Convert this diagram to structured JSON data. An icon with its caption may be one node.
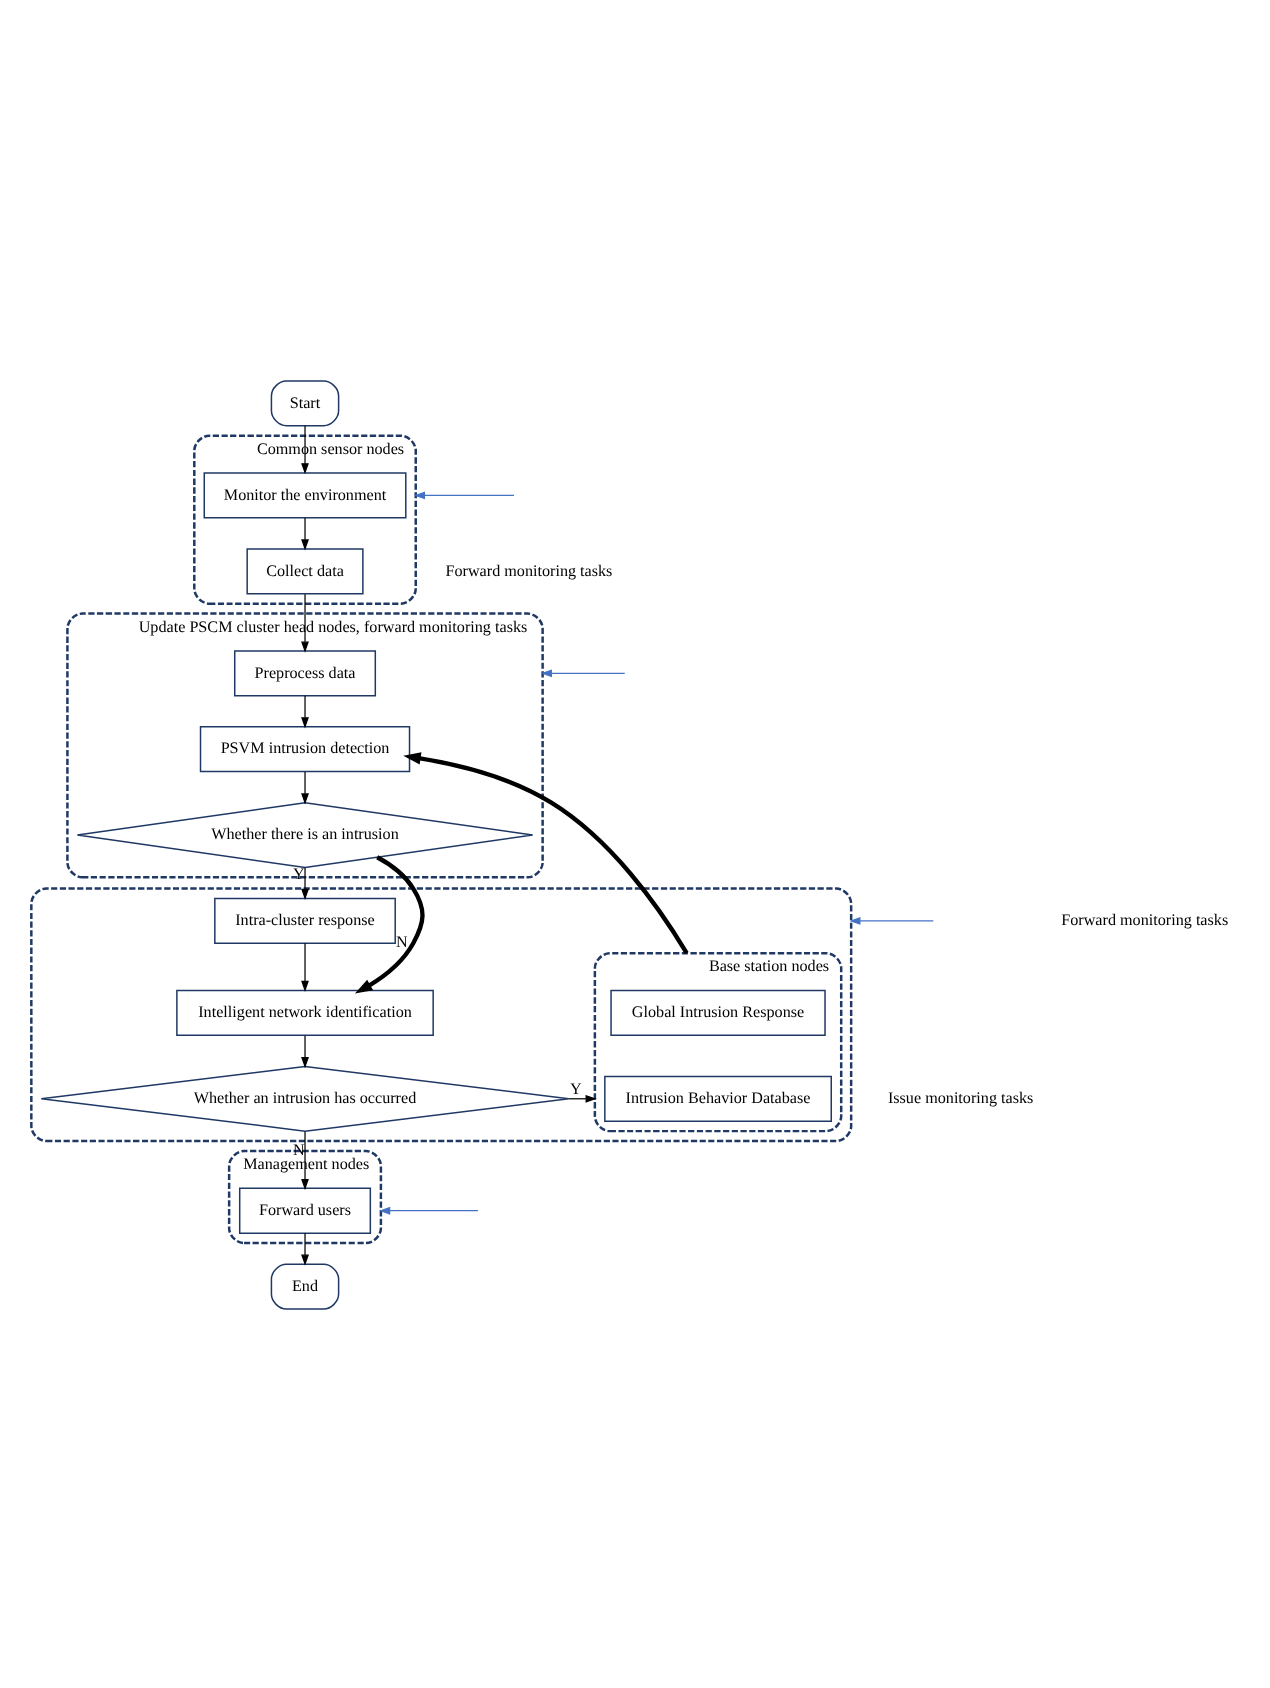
{
  "diagram": {
    "nodes": [
      {
        "text": [
          "Start"
        ]
      },
      {
        "text": [
          "Common sensor nodes"
        ]
      },
      {
        "text": [
          "Monitor the environment"
        ],
        "in": 1
      },
      {
        "text": [
          "Collect data"
        ],
        "in": 1
      },
      {
        "text": [
          "Update PSCM cluster head nodes, forward monitoring tasks"
        ]
      },
      {
        "text": [
          "Preprocess data"
        ],
        "in": 4
      },
      {
        "text": [
          "PSVM intrusion detection"
        ],
        "in": 4
      },
      {
        "text": [
          "Whether there is an intrusion"
        ],
        "in": 4
      },
      {
        "text": [],
        "shape": "box"
      },
      {
        "text": [
          "Intra-cluster response"
        ],
        "in": 8
      },
      {
        "text": [
          "Intelligent network identification"
        ],
        "in": 8
      },
      {
        "text": [
          "Whether an intrusion has occurred"
        ],
        "in": 8
      },
      {
        "text": [
          "Base station nodes"
        ],
        "in": 8
      },
      {
        "text": [
          "Global Intrusion Response"
        ],
        "in": 12
      },
      {
        "text": [
          "Intrusion Behavior Database"
        ],
        "in": 12
      },
      {
        "text": [
          "Management nodes"
        ]
      },
      {
        "text": [
          "Forward users"
        ],
        "in": 15
      },
      {
        "text": [
          "End"
        ]
      }
    ],
    "edges": [
      {
        "from": 0,
        "to": 2,
        "arrow": "to"
      },
      {
        "from": 2,
        "to": 3,
        "arrow": "to"
      },
      {
        "from": 3,
        "to": 5,
        "arrow": "to"
      },
      {
        "from": 5,
        "to": 6,
        "arrow": "to"
      },
      {
        "from": 6,
        "to": 7,
        "arrow": "to"
      },
      {
        "from": 7,
        "to": 9,
        "arrow": "to",
        "label": "Y"
      },
      {
        "from": 7,
        "to": 10,
        "arrow": "to",
        "label": "N",
        "style": "thick"
      },
      {
        "from": 9,
        "to": 10,
        "arrow": "to"
      },
      {
        "from": 10,
        "to": 11,
        "arrow": "to"
      },
      {
        "from": 11,
        "to": 12,
        "arrow": "to",
        "label": "Y"
      },
      {
        "from": 11,
        "to": 16,
        "arrow": "to",
        "label": "N"
      },
      {
        "from": 16,
        "to": 17,
        "arrow": "to"
      },
      {
        "from": 12,
        "to": 6,
        "arrow": "to",
        "style": "thick"
      },
      {
        "from": null,
        "to": 1,
        "arrow": "to",
        "color": "#4472c4"
      },
      {
        "from": null,
        "to": 4,
        "arrow": "to",
        "color": "#4472c4"
      },
      {
        "from": null,
        "to": 8,
        "arrow": "to",
        "color": "#4472c4"
      },
      {
        "from": null,
        "to": 15,
        "arrow": "to",
        "color": "#4472c4"
      }
    ],
    "labels": [
      "Forward monitoring tasks",
      "Forward monitoring tasks",
      "Issue monitoring tasks"
    ]
  }
}
